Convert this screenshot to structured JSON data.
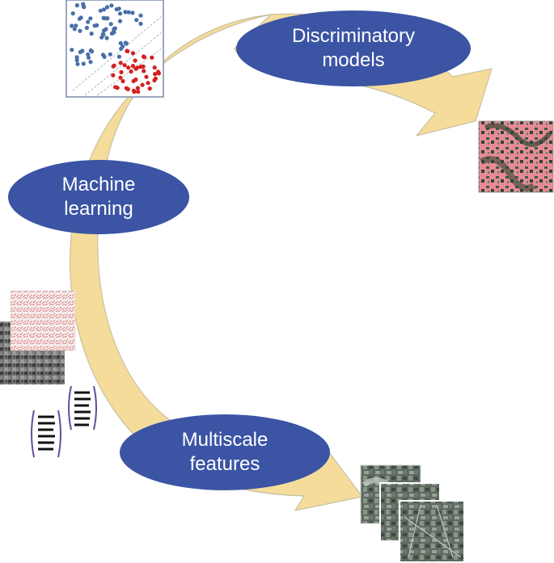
{
  "nodes": {
    "discriminatory": {
      "line1": "Discriminatory",
      "line2": "models"
    },
    "machine_learning": {
      "line1": "Machine",
      "line2": "learning"
    },
    "multiscale": {
      "line1": "Multiscale",
      "line2": "features"
    }
  },
  "colors": {
    "ellipse_fill": "#3b54a4",
    "arrow_fill": "#f5dc9b",
    "arrow_stroke": "#c9c0a0",
    "scatter_blue": "#4a6fa8",
    "scatter_red": "#d42020",
    "bracket": "#6a4a9a"
  },
  "icons": {
    "scatter_plot": "scatter-plot-icon",
    "classified_map": "classified-map-icon",
    "texture_patches": "texture-patches-icon",
    "feature_vectors": "feature-vector-icon",
    "satellite_stack": "satellite-image-stack-icon"
  }
}
